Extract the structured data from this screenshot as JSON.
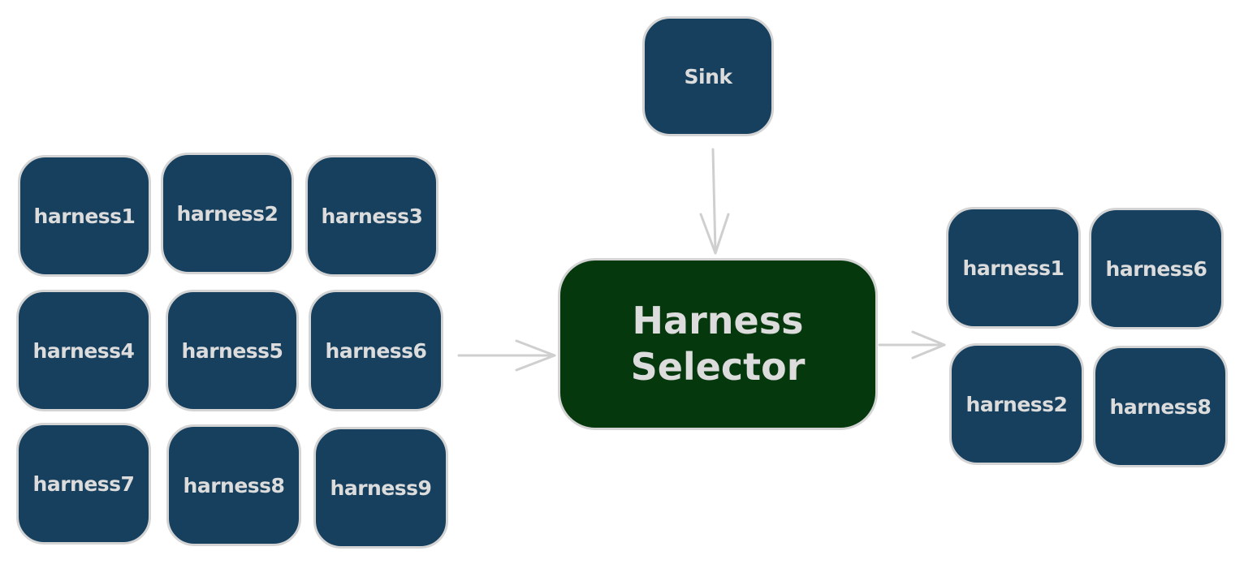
{
  "diagram": {
    "sink": {
      "label": "Sink"
    },
    "selector": {
      "label": "Harness\nSelector"
    },
    "inputs": [
      {
        "label": "harness1"
      },
      {
        "label": "harness2"
      },
      {
        "label": "harness3"
      },
      {
        "label": "harness4"
      },
      {
        "label": "harness5"
      },
      {
        "label": "harness6"
      },
      {
        "label": "harness7"
      },
      {
        "label": "harness8"
      },
      {
        "label": "harness9"
      }
    ],
    "outputs": [
      {
        "label": "harness1"
      },
      {
        "label": "harness6"
      },
      {
        "label": "harness2"
      },
      {
        "label": "harness8"
      }
    ],
    "colors": {
      "node_fill": "#17405f",
      "selector_fill": "#06380e",
      "node_border": "#d4d4d4",
      "text": "#dcdcdc",
      "arrow": "#cfcfcf"
    }
  }
}
